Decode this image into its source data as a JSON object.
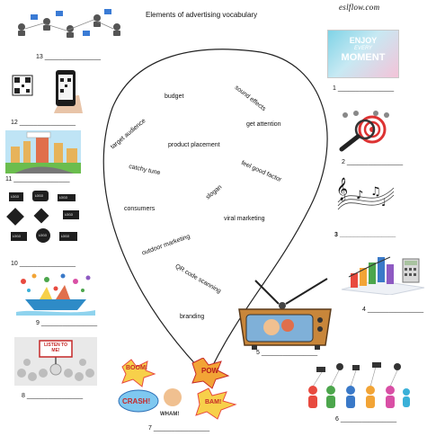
{
  "worksheet": {
    "title": "Elements of  advertising vocabulary",
    "brand": "eslflow.com"
  },
  "words": [
    "sound effects",
    "budget",
    "get attention",
    "target audience",
    "product placement",
    "catchy tune",
    "feel good factor",
    "slogan",
    "consumers",
    "viral marketing",
    "outdoor marketing",
    "QR code scanning",
    "branding"
  ],
  "blanks": [
    "1 ________________",
    "2 ________________",
    "3 ________________",
    "4 ________________",
    "5 ________________",
    "6 ________________",
    "7 ________________",
    "8 ________________",
    "9 ________________",
    "10 ________________",
    "11 ________________",
    "12 ________________",
    "13 ________________"
  ],
  "image_text": {
    "enjoy": "ENJOY",
    "every": "EVERY",
    "moment": "MOMENT",
    "listen": "LISTEN TO ME!",
    "comic": [
      "BOOM!",
      "POW",
      "CRASH!",
      "BAM!",
      "WHAM!"
    ],
    "stamp": "LOGO"
  }
}
